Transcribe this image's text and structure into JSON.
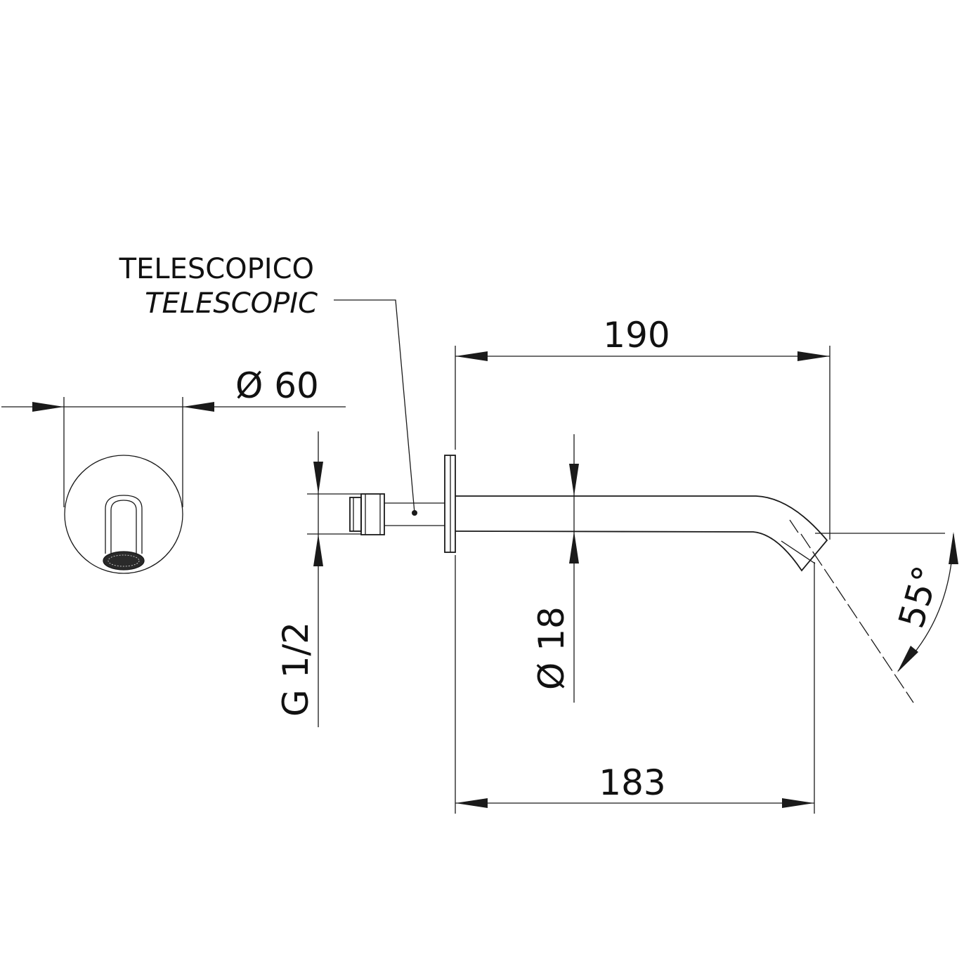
{
  "labels": {
    "telescopic_it": "TELESCOPICO",
    "telescopic_en": "TELESCOPIC"
  },
  "dimensions": {
    "diameter_plate": "Ø 60",
    "overall_length": "190",
    "spout_length": "183",
    "spout_diameter": "Ø 18",
    "thread": "G 1/2",
    "angle": "55°"
  },
  "colors": {
    "line": "#1a1a1a",
    "background": "#ffffff"
  }
}
